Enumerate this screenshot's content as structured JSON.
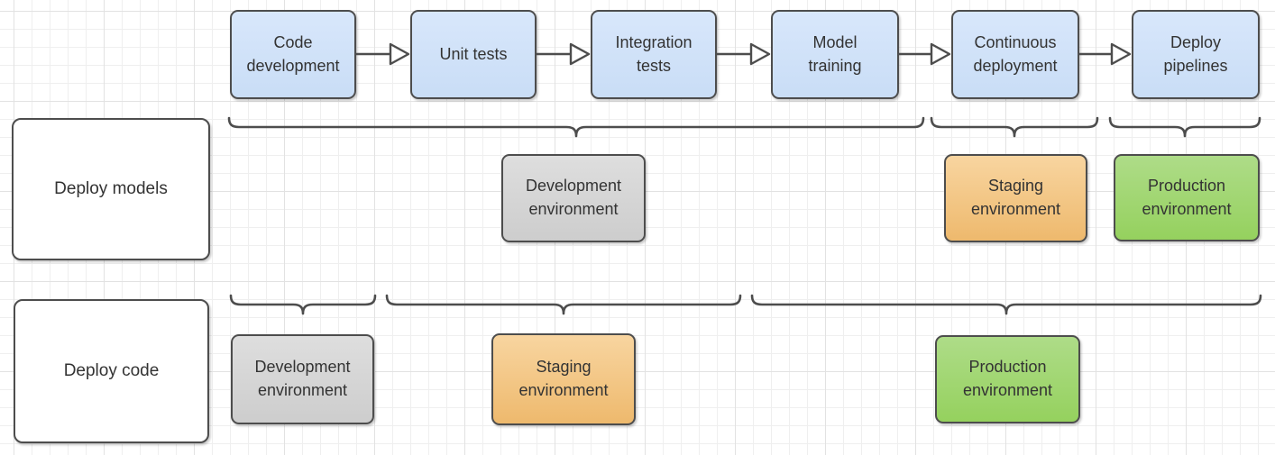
{
  "pipeline": {
    "steps": [
      {
        "label": "Code\ndevelopment"
      },
      {
        "label": "Unit tests"
      },
      {
        "label": "Integration\ntests"
      },
      {
        "label": "Model\ntraining"
      },
      {
        "label": "Continuous\ndeployment"
      },
      {
        "label": "Deploy\npipelines"
      }
    ]
  },
  "rows": [
    {
      "label": "Deploy models",
      "environments": [
        {
          "label": "Development\nenvironment",
          "type": "development"
        },
        {
          "label": "Staging\nenvironment",
          "type": "staging"
        },
        {
          "label": "Production\nenvironment",
          "type": "production"
        }
      ]
    },
    {
      "label": "Deploy code",
      "environments": [
        {
          "label": "Development\nenvironment",
          "type": "development"
        },
        {
          "label": "Staging\nenvironment",
          "type": "staging"
        },
        {
          "label": "Production\nenvironment",
          "type": "production"
        }
      ]
    }
  ],
  "colors": {
    "step_fill": "#cfe2f8",
    "development_fill": "#d6d6d6",
    "staging_fill": "#f3c98c",
    "production_fill": "#a2d672",
    "shape_border": "#4d4d4d",
    "text": "#333333",
    "canvas_background": "#ffffff"
  }
}
